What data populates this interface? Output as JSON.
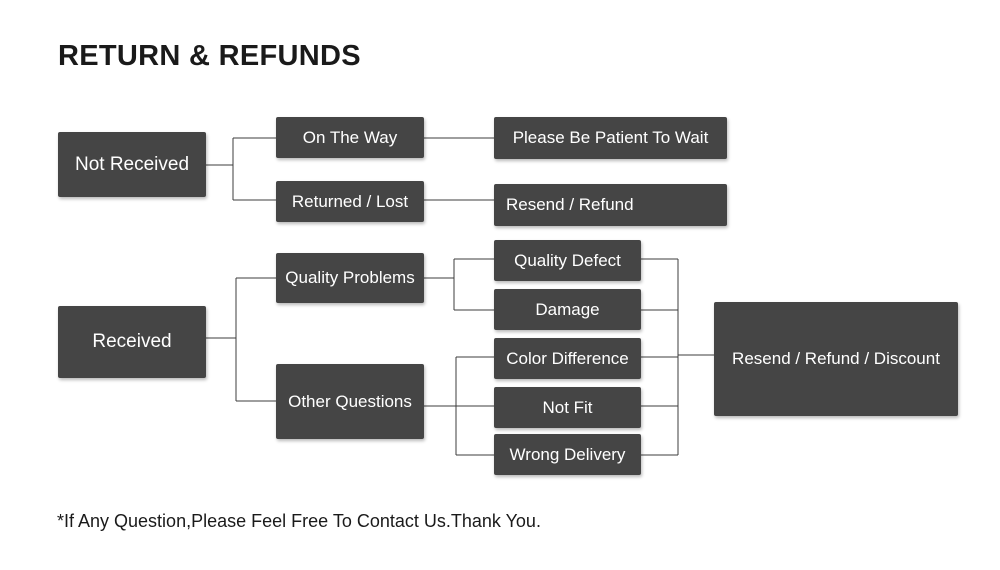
{
  "title": "RETURN & REFUNDS",
  "nodes": {
    "not_received": "Not Received",
    "on_the_way": "On The Way",
    "please_wait": "Please Be Patient To Wait",
    "returned_lost": "Returned / Lost",
    "resend_refund": "Resend / Refund",
    "received": "Received",
    "quality_problems": "Quality Problems",
    "other_questions": "Other Questions",
    "quality_defect": "Quality Defect",
    "damage": "Damage",
    "color_difference": "Color Difference",
    "not_fit": "Not Fit",
    "wrong_delivery": "Wrong Delivery",
    "resend_refund_discount": "Resend / Refund / Discount"
  },
  "footnote": "*If Any Question,Please Feel Free To Contact Us.Thank You."
}
